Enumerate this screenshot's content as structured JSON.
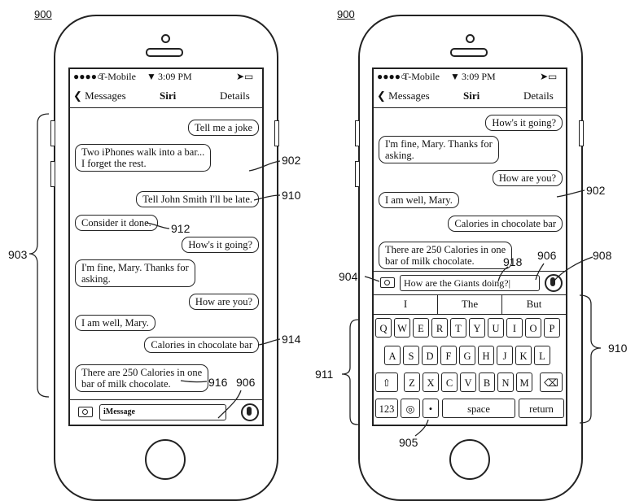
{
  "figure_label": "900",
  "status": {
    "carrier": "T-Mobile",
    "time": "3:09 PM"
  },
  "nav": {
    "back": "Messages",
    "title": "Siri",
    "details": "Details"
  },
  "left": {
    "messages": [
      {
        "text": "Tell me a joke",
        "from": "user"
      },
      {
        "text": "Two iPhones walk into a bar...\nI forget the rest.",
        "from": "siri"
      },
      {
        "text": "Tell John Smith I'll be late.",
        "from": "user"
      },
      {
        "text": "Consider it done.",
        "from": "siri"
      },
      {
        "text": "How's it going?",
        "from": "user"
      },
      {
        "text": "I'm fine, Mary. Thanks for\nasking.",
        "from": "siri"
      },
      {
        "text": "How are you?",
        "from": "user"
      },
      {
        "text": "I am well, Mary.",
        "from": "siri"
      },
      {
        "text": "Calories in chocolate bar",
        "from": "user"
      },
      {
        "text": "There are 250 Calories in one\nbar of milk chocolate.",
        "from": "siri"
      }
    ],
    "input_placeholder": "iMessage"
  },
  "right": {
    "messages": [
      {
        "text": "How's it going?",
        "from": "user"
      },
      {
        "text": "I'm fine, Mary. Thanks for\nasking.",
        "from": "siri"
      },
      {
        "text": "How are you?",
        "from": "user"
      },
      {
        "text": "I am well, Mary.",
        "from": "siri"
      },
      {
        "text": "Calories in chocolate bar",
        "from": "user"
      },
      {
        "text": "There are 250 Calories in one\nbar of milk chocolate.",
        "from": "siri"
      }
    ],
    "input_value": "How are the Giants doing?",
    "suggestions": [
      "I",
      "The",
      "But"
    ],
    "keyboard": {
      "row1": [
        "Q",
        "W",
        "E",
        "R",
        "T",
        "Y",
        "U",
        "I",
        "O",
        "P"
      ],
      "row2": [
        "A",
        "S",
        "D",
        "F",
        "G",
        "H",
        "J",
        "K",
        "L"
      ],
      "row3": [
        "Z",
        "X",
        "C",
        "V",
        "B",
        "N",
        "M"
      ],
      "numbers_key": "123",
      "space_key": "space",
      "return_key": "return"
    }
  },
  "ref_labels": {
    "r902a": "902",
    "r910a": "910",
    "r912": "912",
    "r914": "914",
    "r916": "916",
    "r906a": "906",
    "r903": "903",
    "r902b": "902",
    "r904": "904",
    "r918": "918",
    "r906b": "906",
    "r908": "908",
    "r911": "911",
    "r910b": "910",
    "r905": "905"
  }
}
